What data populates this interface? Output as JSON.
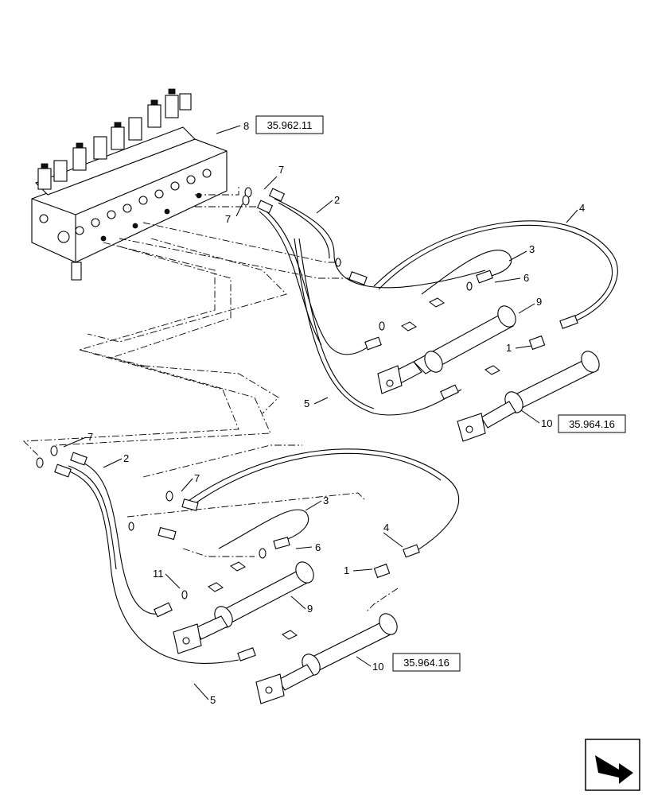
{
  "labels": [
    {
      "id": "l8",
      "text": "8"
    },
    {
      "id": "l7a",
      "text": "7"
    },
    {
      "id": "l7b",
      "text": "7"
    },
    {
      "id": "l2a",
      "text": "2"
    },
    {
      "id": "l4a",
      "text": "4"
    },
    {
      "id": "l3a",
      "text": "3"
    },
    {
      "id": "l6a",
      "text": "6"
    },
    {
      "id": "l9a",
      "text": "9"
    },
    {
      "id": "l1a",
      "text": "1"
    },
    {
      "id": "l5a",
      "text": "5"
    },
    {
      "id": "l10a",
      "text": "10"
    },
    {
      "id": "l7c",
      "text": "7"
    },
    {
      "id": "l2b",
      "text": "2"
    },
    {
      "id": "l7d",
      "text": "7"
    },
    {
      "id": "l3b",
      "text": "3"
    },
    {
      "id": "l4b",
      "text": "4"
    },
    {
      "id": "l6b",
      "text": "6"
    },
    {
      "id": "l1b",
      "text": "1"
    },
    {
      "id": "l11",
      "text": "11"
    },
    {
      "id": "l9b",
      "text": "9"
    },
    {
      "id": "l10b",
      "text": "10"
    },
    {
      "id": "l5b",
      "text": "5"
    }
  ],
  "refs": [
    {
      "id": "r1",
      "text": "35.962.11"
    },
    {
      "id": "r2",
      "text": "35.964.16"
    },
    {
      "id": "r3",
      "text": "35.964.16"
    }
  ],
  "nav_icon": "next-page-arrow-icon"
}
